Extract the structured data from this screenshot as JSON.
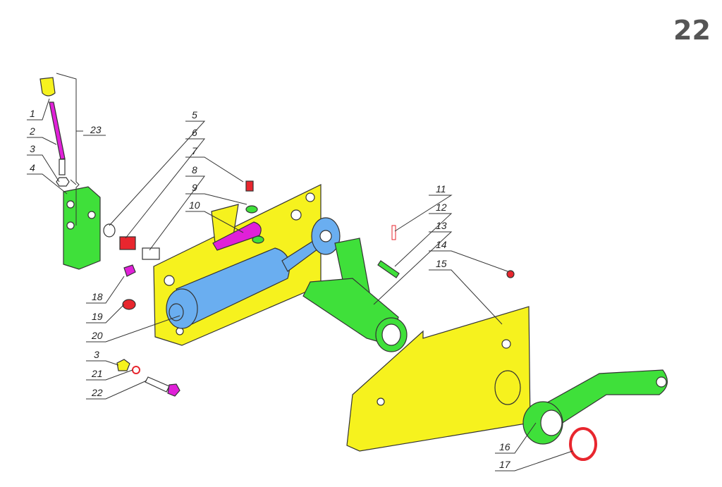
{
  "page_number": "22",
  "callouts": {
    "c1": "1",
    "c2": "2",
    "c3a": "3",
    "c4": "4",
    "c23": "23",
    "c5": "5",
    "c6": "6",
    "c7": "7",
    "c8": "8",
    "c9": "9",
    "c10": "10",
    "c11": "11",
    "c12": "12",
    "c13": "13",
    "c14": "14",
    "c15": "15",
    "c16": "16",
    "c17": "17",
    "c18": "18",
    "c19": "19",
    "c20": "20",
    "c3b": "3",
    "c21": "21",
    "c22": "22"
  },
  "colors": {
    "frame": "#f6f21e",
    "cylinder": "#6aaef0",
    "shaft": "#3fe03a",
    "lever": "#e020d8",
    "fastener": "#e8262e"
  }
}
